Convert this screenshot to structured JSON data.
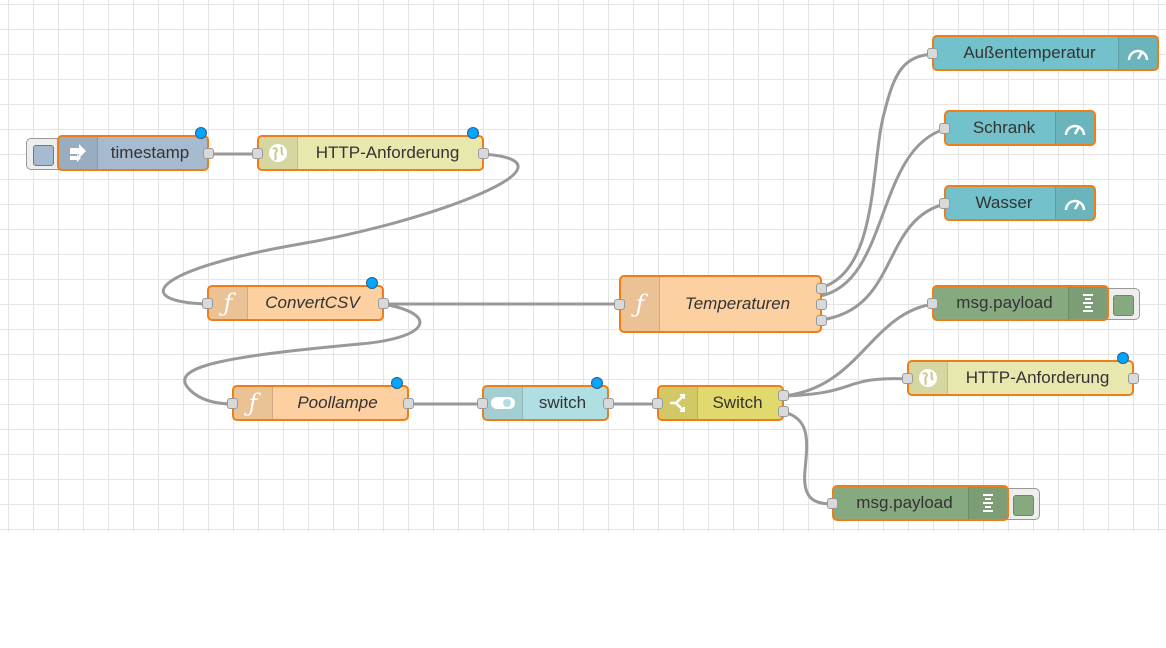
{
  "canvas": {
    "grid_color": "#e4e4e4",
    "background": "#ffffff"
  },
  "colors": {
    "selected_border": "#f07d15",
    "inject": "#a6bbcf",
    "http": "#e7e7ae",
    "function": "#fdd0a2",
    "dashboard_switch": "#b0dfe3",
    "gauge": "#73c2cb",
    "debug": "#87a980",
    "switch": "#e2d96e",
    "wire": "#999999",
    "changed_dot": "#00a6ff"
  },
  "nodes": {
    "timestamp": {
      "label": "timestamp",
      "icon": "inject-arrow-icon"
    },
    "http_request_1": {
      "label": "HTTP-Anforderung",
      "icon": "globe-icon"
    },
    "convert_csv": {
      "label": "ConvertCSV",
      "icon": "function-icon"
    },
    "temperaturen": {
      "label": "Temperaturen",
      "icon": "function-icon"
    },
    "poollampe": {
      "label": "Poollampe",
      "icon": "function-icon"
    },
    "switch_ui": {
      "label": "switch",
      "icon": "toggle-icon"
    },
    "switch_router": {
      "label": "Switch",
      "icon": "switch-branch-icon"
    },
    "gauge_aussen": {
      "label": "Außentemperatur",
      "icon": "gauge-icon"
    },
    "gauge_schrank": {
      "label": "Schrank",
      "icon": "gauge-icon"
    },
    "gauge_wasser": {
      "label": "Wasser",
      "icon": "gauge-icon"
    },
    "debug_1": {
      "label": "msg.payload",
      "icon": "debug-list-icon"
    },
    "http_request_2": {
      "label": "HTTP-Anforderung",
      "icon": "globe-icon"
    },
    "debug_2": {
      "label": "msg.payload",
      "icon": "debug-list-icon"
    }
  }
}
